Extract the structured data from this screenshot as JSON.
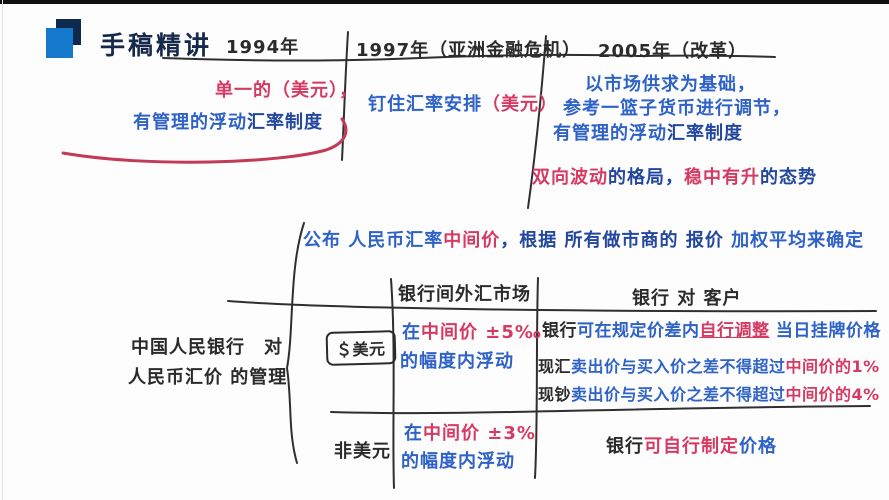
{
  "palette": {
    "blue": "#2e62c6",
    "navy": "#24479e",
    "red": "#d63a62",
    "black": "#2b2b2b",
    "title_navy": "#16294b",
    "logo_blue": "#1478cc",
    "logo_navy": "#0e2a4e",
    "stroke_ink": "#2f2f2f",
    "stroke_red": "#c23a55"
  },
  "header": {
    "title": "手稿精讲"
  },
  "cols": {
    "y1994": {
      "year": "1994年",
      "l1": "单一的（美元），",
      "l2a": "有管理的浮动",
      "l2b": "汇率制度"
    },
    "y1997": {
      "year": "1997年（亚洲金融危机）",
      "l1a": "钉住汇率安排",
      "l1b": "（美元）"
    },
    "y2005": {
      "year": "2005年（改革）",
      "l1": "以市场供求为基础，",
      "l2": "参考一篮子货币进行调节，",
      "l3a": "有管理的浮动",
      "l3b": "汇率制度",
      "trend": {
        "t1": "双向波动",
        "t2": "的格局，",
        "t3": "稳中有升",
        "t4": "的态势"
      }
    }
  },
  "mid_line": {
    "m1": "公布 人民币汇率",
    "m2": "中间价",
    "m3": "，根据 所有做市商的 报价 ",
    "m4": "加权平均来确定"
  },
  "left_label": {
    "l1": "中国人民银行　对",
    "l2": "人民币汇价 的管理"
  },
  "table": {
    "header_market": "银行间外汇市场",
    "header_customer": "银行 对 客户",
    "row_usd": {
      "label": "＄美元",
      "band_a": "在",
      "band_b": "中间价 ±5‰",
      "band_c": "的幅度内浮动",
      "rule1": {
        "a": "银行",
        "b": "可在规定价差内",
        "c": "自行调整",
        "d": " 当日挂牌价格"
      },
      "rule2": {
        "a": "现汇",
        "b": "卖出价与买入价之差不得超过",
        "c": "中间价的1%"
      },
      "rule3": {
        "a": "现钞",
        "b": "卖出价与买入价之差不得超过",
        "c": "中间价的4%"
      }
    },
    "row_nonusd": {
      "label": "非美元",
      "band_a": "在",
      "band_b": "中间价 ±3%",
      "band_c": "的幅度内浮动",
      "rule": {
        "a": "银行",
        "b": "可自行制定",
        "c": "价格"
      }
    }
  }
}
